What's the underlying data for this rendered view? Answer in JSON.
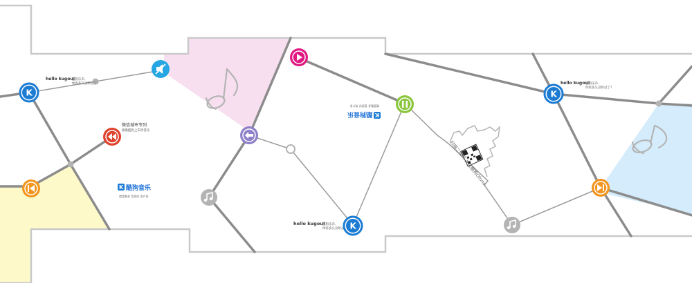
{
  "colors": {
    "outline": "#c9c9c9",
    "line": "#8c8c8c",
    "thin_line": "#9a9a9a",
    "pink_zone": "#f8dff0",
    "yellow_zone": "#fdf9c9",
    "blue_zone": "#d4ecfb",
    "kugou_blue": "#1c7cd3",
    "mute_blue": "#27a6e4",
    "play_pink": "#e01a82",
    "pause_green": "#8cc63f",
    "back_purple": "#8e80c8",
    "rewind_red": "#e0422d",
    "prev_orange": "#f29620",
    "next_orange": "#f29620",
    "note_gray": "#b4b4b4"
  },
  "icons": {
    "kugou": "kugou-k-icon",
    "mute": "mute-speaker-icon",
    "play": "play-icon",
    "pause": "pause-icon",
    "back": "back-arrow-icon",
    "rewind": "rewind-icon",
    "prev": "skip-previous-icon",
    "next": "skip-next-icon",
    "note": "music-note-icon"
  },
  "texts": {
    "hello_1_main": "hello kugou!",
    "hello_1_sub1": "酷狗乐声,",
    "hello_1_sub2": "你有多久没听过了?",
    "hello_2_main": "hello kugou!",
    "hello_2_sub1": "酷狗乐声,",
    "hello_2_sub2": "你有多久没听过了?",
    "hello_3_main": "hello kugou!",
    "hello_3_sub1": "酷狗乐声,",
    "hello_3_sub2": "你有多久没听过了?",
    "wechat_line1": "微信城市专列",
    "wechat_line2": "跟着酷狗上车听音乐",
    "brand_name": "酷狗音乐",
    "brand_slogan": "就是歌多 音质好 用户多",
    "qr_caption": "扫描二维码 关注酷狗Ofuna"
  }
}
